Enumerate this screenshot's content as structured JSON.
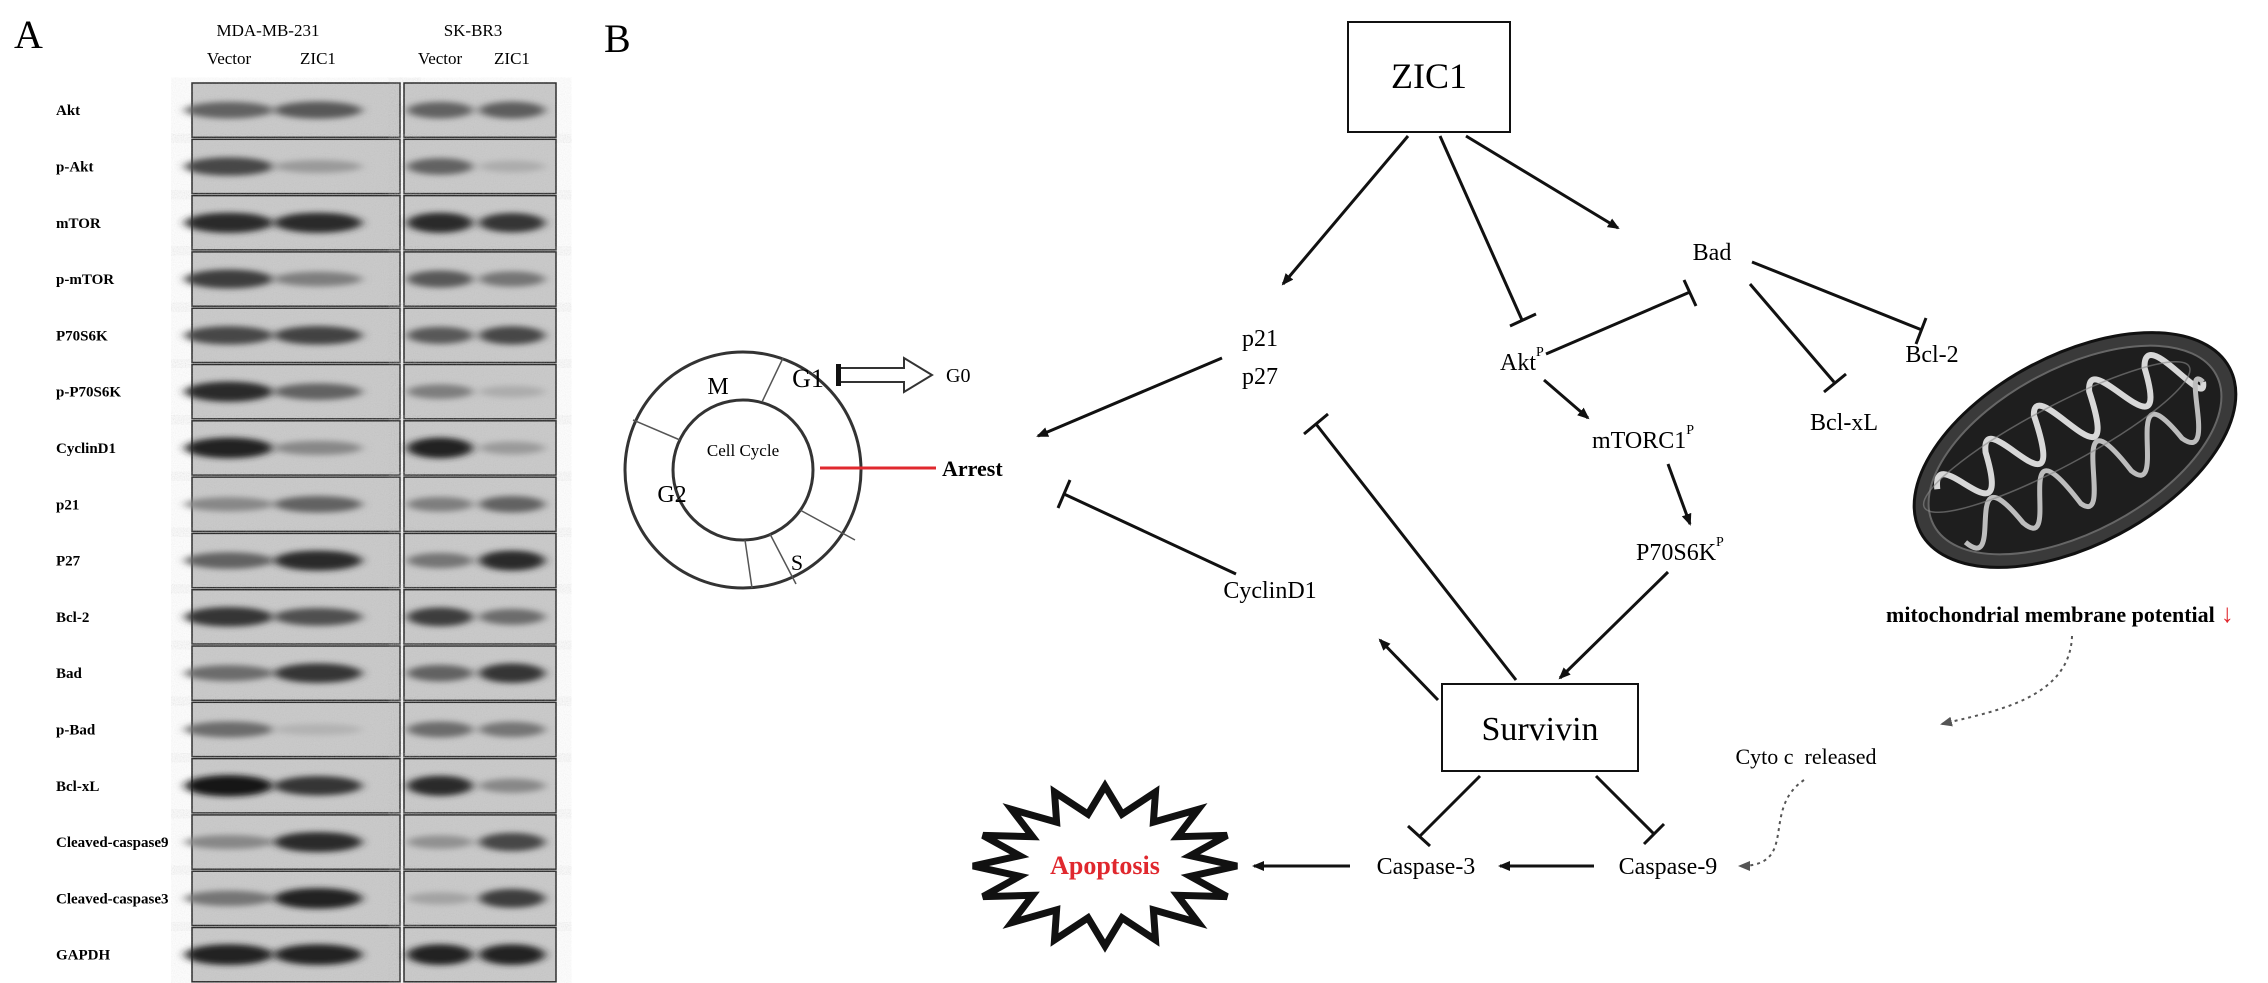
{
  "panels": {
    "a_label": "A",
    "b_label": "B"
  },
  "western_blot": {
    "cell_lines": [
      "MDA-MB-231",
      "SK-BR3"
    ],
    "lane_labels": [
      "Vector",
      "ZIC1"
    ],
    "rows": [
      {
        "label": "Akt",
        "bands": [
          0.55,
          0.6,
          0.55,
          0.58
        ]
      },
      {
        "label": "p-Akt",
        "bands": [
          0.7,
          0.25,
          0.55,
          0.15
        ]
      },
      {
        "label": "mTOR",
        "bands": [
          0.85,
          0.85,
          0.85,
          0.8
        ]
      },
      {
        "label": "p-mTOR",
        "bands": [
          0.75,
          0.4,
          0.6,
          0.45
        ]
      },
      {
        "label": "P70S6K",
        "bands": [
          0.7,
          0.72,
          0.6,
          0.7
        ]
      },
      {
        "label": "p-P70S6K",
        "bands": [
          0.85,
          0.55,
          0.4,
          0.15
        ]
      },
      {
        "label": "CyclinD1",
        "bands": [
          0.9,
          0.35,
          0.9,
          0.25
        ]
      },
      {
        "label": "p21",
        "bands": [
          0.35,
          0.55,
          0.4,
          0.55
        ]
      },
      {
        "label": "P27",
        "bands": [
          0.55,
          0.85,
          0.45,
          0.85
        ]
      },
      {
        "label": "Bcl-2",
        "bands": [
          0.8,
          0.65,
          0.75,
          0.5
        ]
      },
      {
        "label": "Bad",
        "bands": [
          0.5,
          0.8,
          0.55,
          0.8
        ]
      },
      {
        "label": "p-Bad",
        "bands": [
          0.5,
          0.12,
          0.5,
          0.45
        ]
      },
      {
        "label": "Bcl-xL",
        "bands": [
          0.95,
          0.8,
          0.85,
          0.35
        ]
      },
      {
        "label": "Cleaved-caspase9",
        "bands": [
          0.35,
          0.85,
          0.3,
          0.7
        ]
      },
      {
        "label": "Cleaved-caspase3",
        "bands": [
          0.45,
          0.9,
          0.2,
          0.75
        ]
      },
      {
        "label": "GAPDH",
        "bands": [
          0.9,
          0.9,
          0.9,
          0.9
        ]
      }
    ]
  },
  "pathway": {
    "nodes": {
      "zic1": "ZIC1",
      "survivin": "Survivin",
      "bad": "Bad",
      "p21": "p21",
      "p27": "p27",
      "akt": "Akt",
      "akt_sup": "P",
      "mtorc1": "mTORC1",
      "mtorc1_sup": "P",
      "p70s6k": "P70S6K",
      "p70s6k_sup": "P",
      "bcl2": "Bcl-2",
      "bclxl": "Bcl-xL",
      "cyclind1": "CyclinD1",
      "arrest": "Arrest",
      "mito_potential": "mitochondrial membrane potential",
      "mito_arrow": "↓",
      "cytoc": "Cyto c  released",
      "caspase3": "Caspase-3",
      "caspase9": "Caspase-9",
      "apoptosis": "Apoptosis"
    },
    "cell_cycle": {
      "center": "Cell Cycle",
      "phases": [
        "M",
        "G1",
        "G2",
        "S"
      ],
      "exit": "G0"
    },
    "colors": {
      "arrest_line": "#e0282e",
      "apoptosis_text": "#e0282e",
      "mito_arrow": "#e0282e"
    }
  }
}
